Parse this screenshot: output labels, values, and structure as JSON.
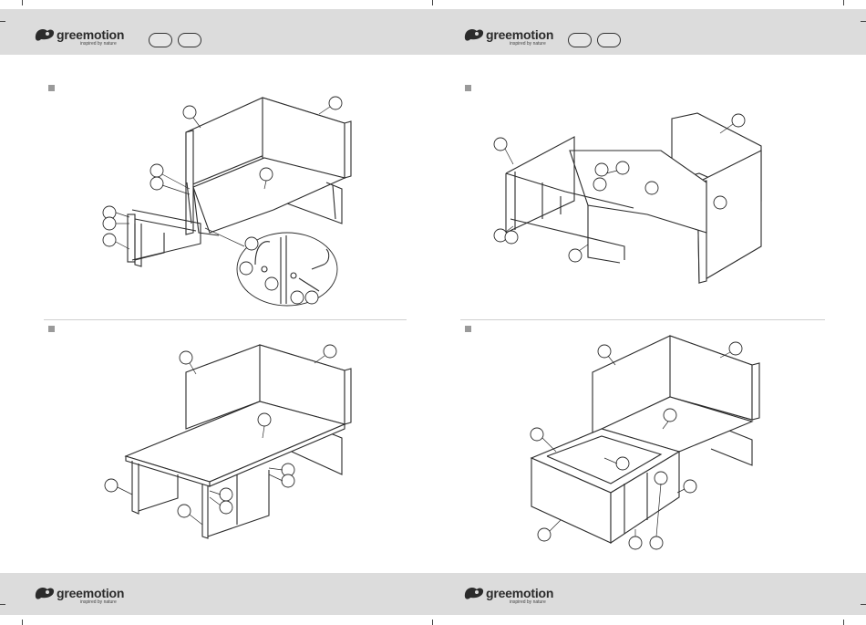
{
  "brand": {
    "name": "greemotion",
    "tagline": "inspired by nature"
  },
  "colors": {
    "band": "#dcdcdc",
    "line": "#2b2b2b",
    "step_marker": "#9a9a9a"
  },
  "pages": [
    {
      "side": "left",
      "header_icon": "brand-logo-icon",
      "page_pills": 2
    },
    {
      "side": "right",
      "header_icon": "brand-logo-icon",
      "page_pills": 2
    }
  ],
  "steps": [
    {
      "position": "top-left",
      "icon": "step-marker-icon",
      "illustration": "desk-frame-bolt-assembly"
    },
    {
      "position": "top-right",
      "icon": "step-marker-icon",
      "illustration": "frame-panel-assembly"
    },
    {
      "position": "bottom-left",
      "icon": "step-marker-icon",
      "illustration": "desk-with-top"
    },
    {
      "position": "bottom-right",
      "icon": "step-marker-icon",
      "illustration": "desk-with-cabinet"
    }
  ]
}
